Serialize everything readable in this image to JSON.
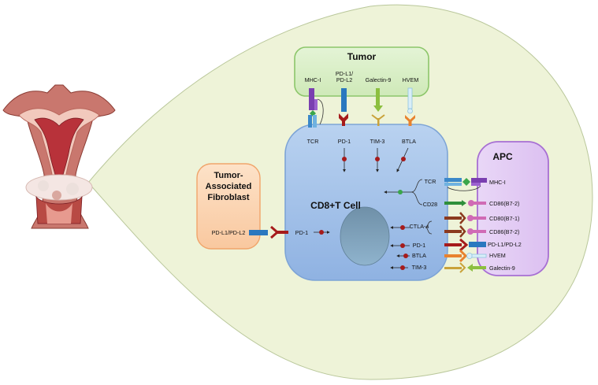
{
  "tumor": {
    "title": "Tumor",
    "ligands": [
      "MHC-I",
      "PD-L1/",
      "PD-L2",
      "Galectin-9",
      "HVEM"
    ]
  },
  "cell": {
    "title": "CD8+T Cell",
    "top_receptors": [
      "TCR",
      "PD-1",
      "TIM-3",
      "BTLA"
    ],
    "right_receptors": [
      "TCR",
      "CD28",
      "CTLA-4",
      "PD-1",
      "BTLA",
      "TIM-3"
    ],
    "left_receptor": "PD-1"
  },
  "fibroblast": {
    "title_lines": [
      "Tumor-",
      "Associated",
      "Fibroblast"
    ],
    "ligand": "PD-L1/PD-L2"
  },
  "apc": {
    "title": "APC",
    "ligands": [
      "MHC-I",
      "CD86(B7-2)",
      "CD80(B7-1)",
      "CD86(B7-2)",
      "PD-L1/PD-L2",
      "HVEM",
      "Galectin-9"
    ]
  },
  "colors": {
    "tumor_fill": "#d8efc6",
    "tumor_stroke": "#8cc66a",
    "cell_fill": "#a9c6ea",
    "cell_stroke": "#7da4d6",
    "fibroblast_fill": "#fcd9b8",
    "fibroblast_stroke": "#f0a46a",
    "apc_fill": "#e6d2f5",
    "apc_stroke": "#a76fd3",
    "background_drop": "#eef3d8",
    "pd1_red": "#a61b1b",
    "pdl1_blue": "#2a78bf",
    "mhc_purple": "#7a3fb0",
    "ctla_brown": "#8b3a1e",
    "cd86_pink": "#d06bb5",
    "tim3_yellow": "#c9a23a",
    "galectin_green": "#8cbf3f",
    "hvem_blue": "#a9d8f0",
    "btla_orange": "#e8822e"
  }
}
